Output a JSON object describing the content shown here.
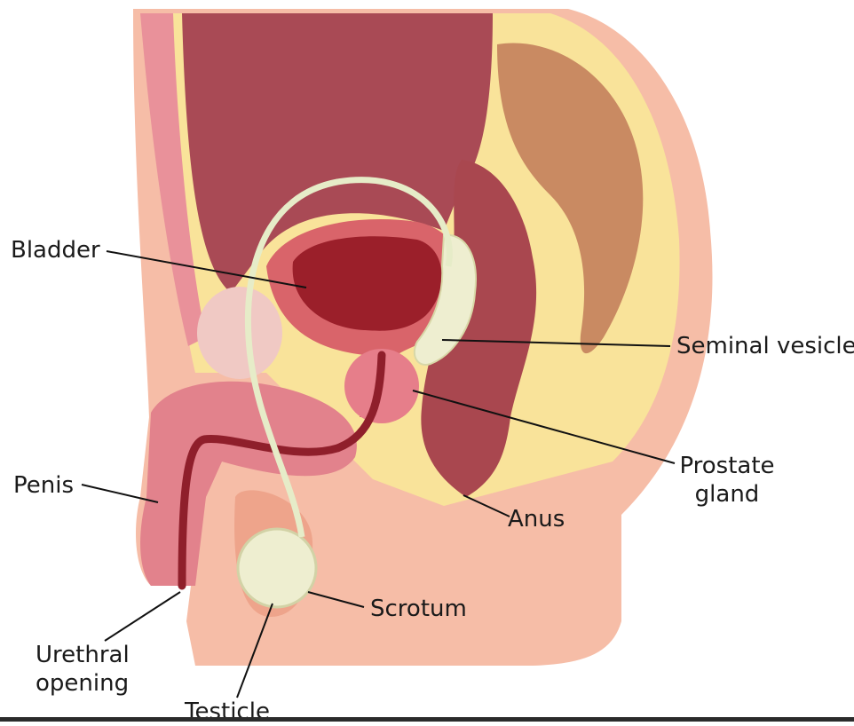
{
  "diagram": {
    "labels": {
      "bladder": "Bladder",
      "seminal_vesicle": "Seminal vesicle",
      "prostate_line1": "Prostate",
      "prostate_line2": "gland",
      "penis": "Penis",
      "anus": "Anus",
      "scrotum": "Scrotum",
      "urethral_line1": "Urethral",
      "urethral_line2": "opening",
      "testicle": "Testicle"
    },
    "colors": {
      "skin": "#f6bda7",
      "skin_dark": "#eea48b",
      "fat": "#f9e39a",
      "bladder_wall": "#d9646a",
      "bladder_inner": "#9b1f2a",
      "abdomen": "#a94a55",
      "rectum": "#a9474f",
      "stool": "#c98a62",
      "penis": "#e2828c",
      "urethra": "#8f1f2b",
      "seminal": "#eeeed0",
      "vas": "#e6ecc8",
      "prostate": "#e67e8a",
      "bone": "#f0c9c4",
      "leader": "#111111"
    }
  }
}
